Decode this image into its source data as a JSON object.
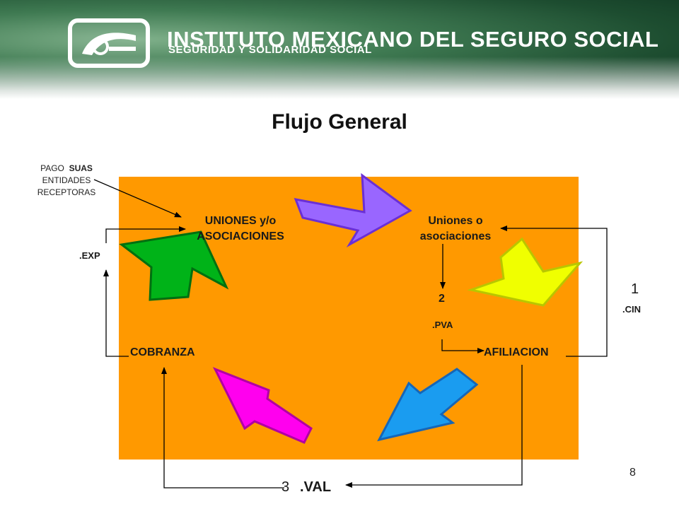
{
  "header": {
    "org_name": "INSTITUTO MEXICANO DEL SEGURO SOCIAL",
    "org_motto": "SEGURIDAD Y SOLIDARIDAD SOCIAL",
    "logo_icon": "imss-eagle-logo-icon"
  },
  "title": "Flujo General",
  "diagram": {
    "note": {
      "pago": "PAGO",
      "suas": "SUAS",
      "entidades": "ENTIDADES",
      "receptoras": "RECEPTORAS"
    },
    "nodes": {
      "uniones_line1": "UNIONES y/o",
      "uniones_line2": "ASOCIACIONES",
      "uniones_o_line1": "Uniones o",
      "uniones_o_line2": "asociaciones",
      "afiliacion": "AFILIACION",
      "cobranza": "COBRANZA"
    },
    "steps": {
      "step1_num": "1",
      "step1_code": ".CIN",
      "step2_num": "2",
      "step2_code": ".PVA",
      "step3_num": "3",
      "step3_code": ".VAL",
      "exp_code": ".EXP"
    },
    "arrow_colors": {
      "purple": "#9966ff",
      "yellow": "#f0ff00",
      "blue": "#1a9cf0",
      "magenta": "#ff00ee",
      "green": "#00b318"
    },
    "panel_color": "#ff9900"
  },
  "page_number": "8"
}
